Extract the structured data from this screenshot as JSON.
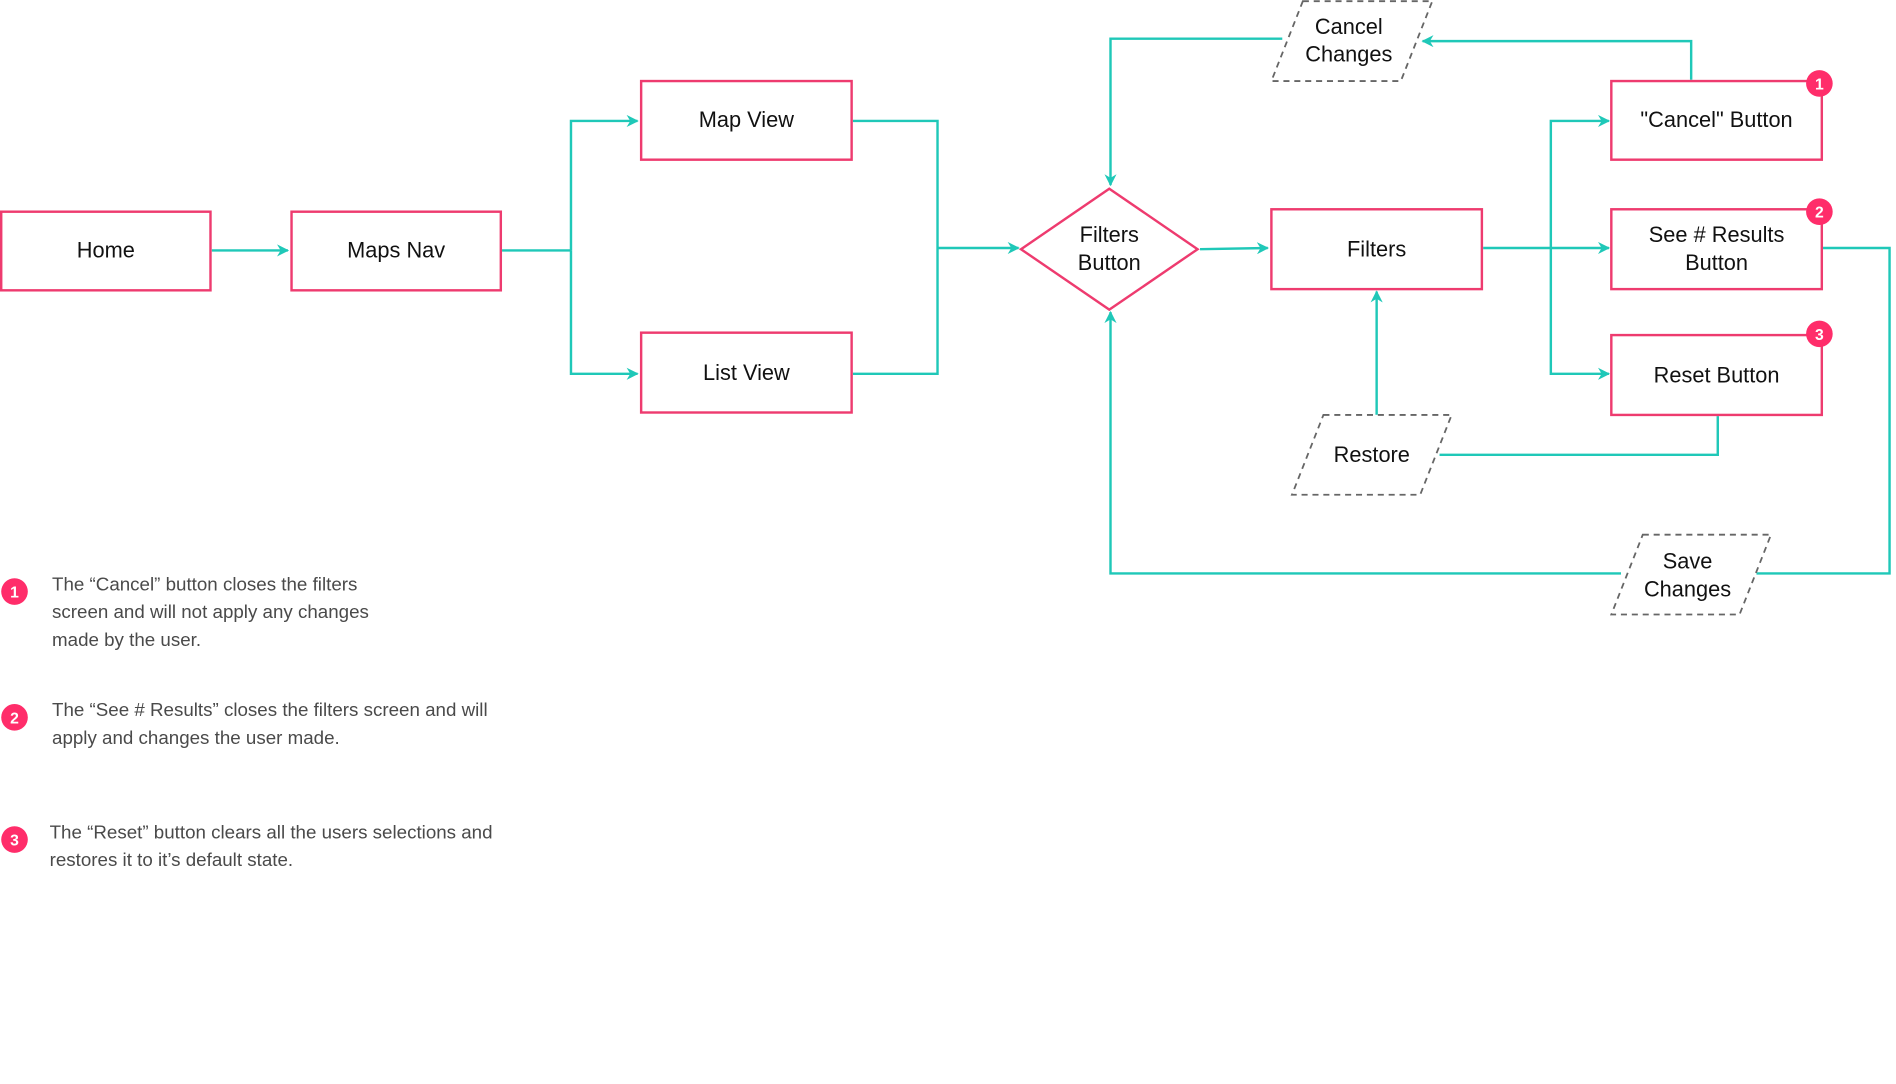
{
  "colors": {
    "accent": "#ee3b6f",
    "badge": "#ff2d6a",
    "connector": "#1fc8b8",
    "dashed_border": "#666666",
    "note_text": "#4a4a4a"
  },
  "nodes": {
    "home": "Home",
    "maps_nav": "Maps Nav",
    "map_view": "Map View",
    "list_view": "List View",
    "filters_button": "Filters Button",
    "filters": "Filters",
    "cancel_button": "\"Cancel\" Button",
    "see_results_button": "See # Results Button",
    "reset_button": "Reset Button"
  },
  "io_nodes": {
    "cancel_changes": "Cancel Changes",
    "restore": "Restore",
    "save_changes": "Save Changes"
  },
  "badges": [
    "1",
    "2",
    "3"
  ],
  "notes": [
    {
      "number": "1",
      "text": "The “Cancel” button closes the filters screen and will not apply any changes made by the user."
    },
    {
      "number": "2",
      "text": "The “See # Results” closes the filters screen and will apply and changes the user made."
    },
    {
      "number": "3",
      "text": "The “Reset” button clears all the users selections and restores it to it’s default state."
    }
  ]
}
